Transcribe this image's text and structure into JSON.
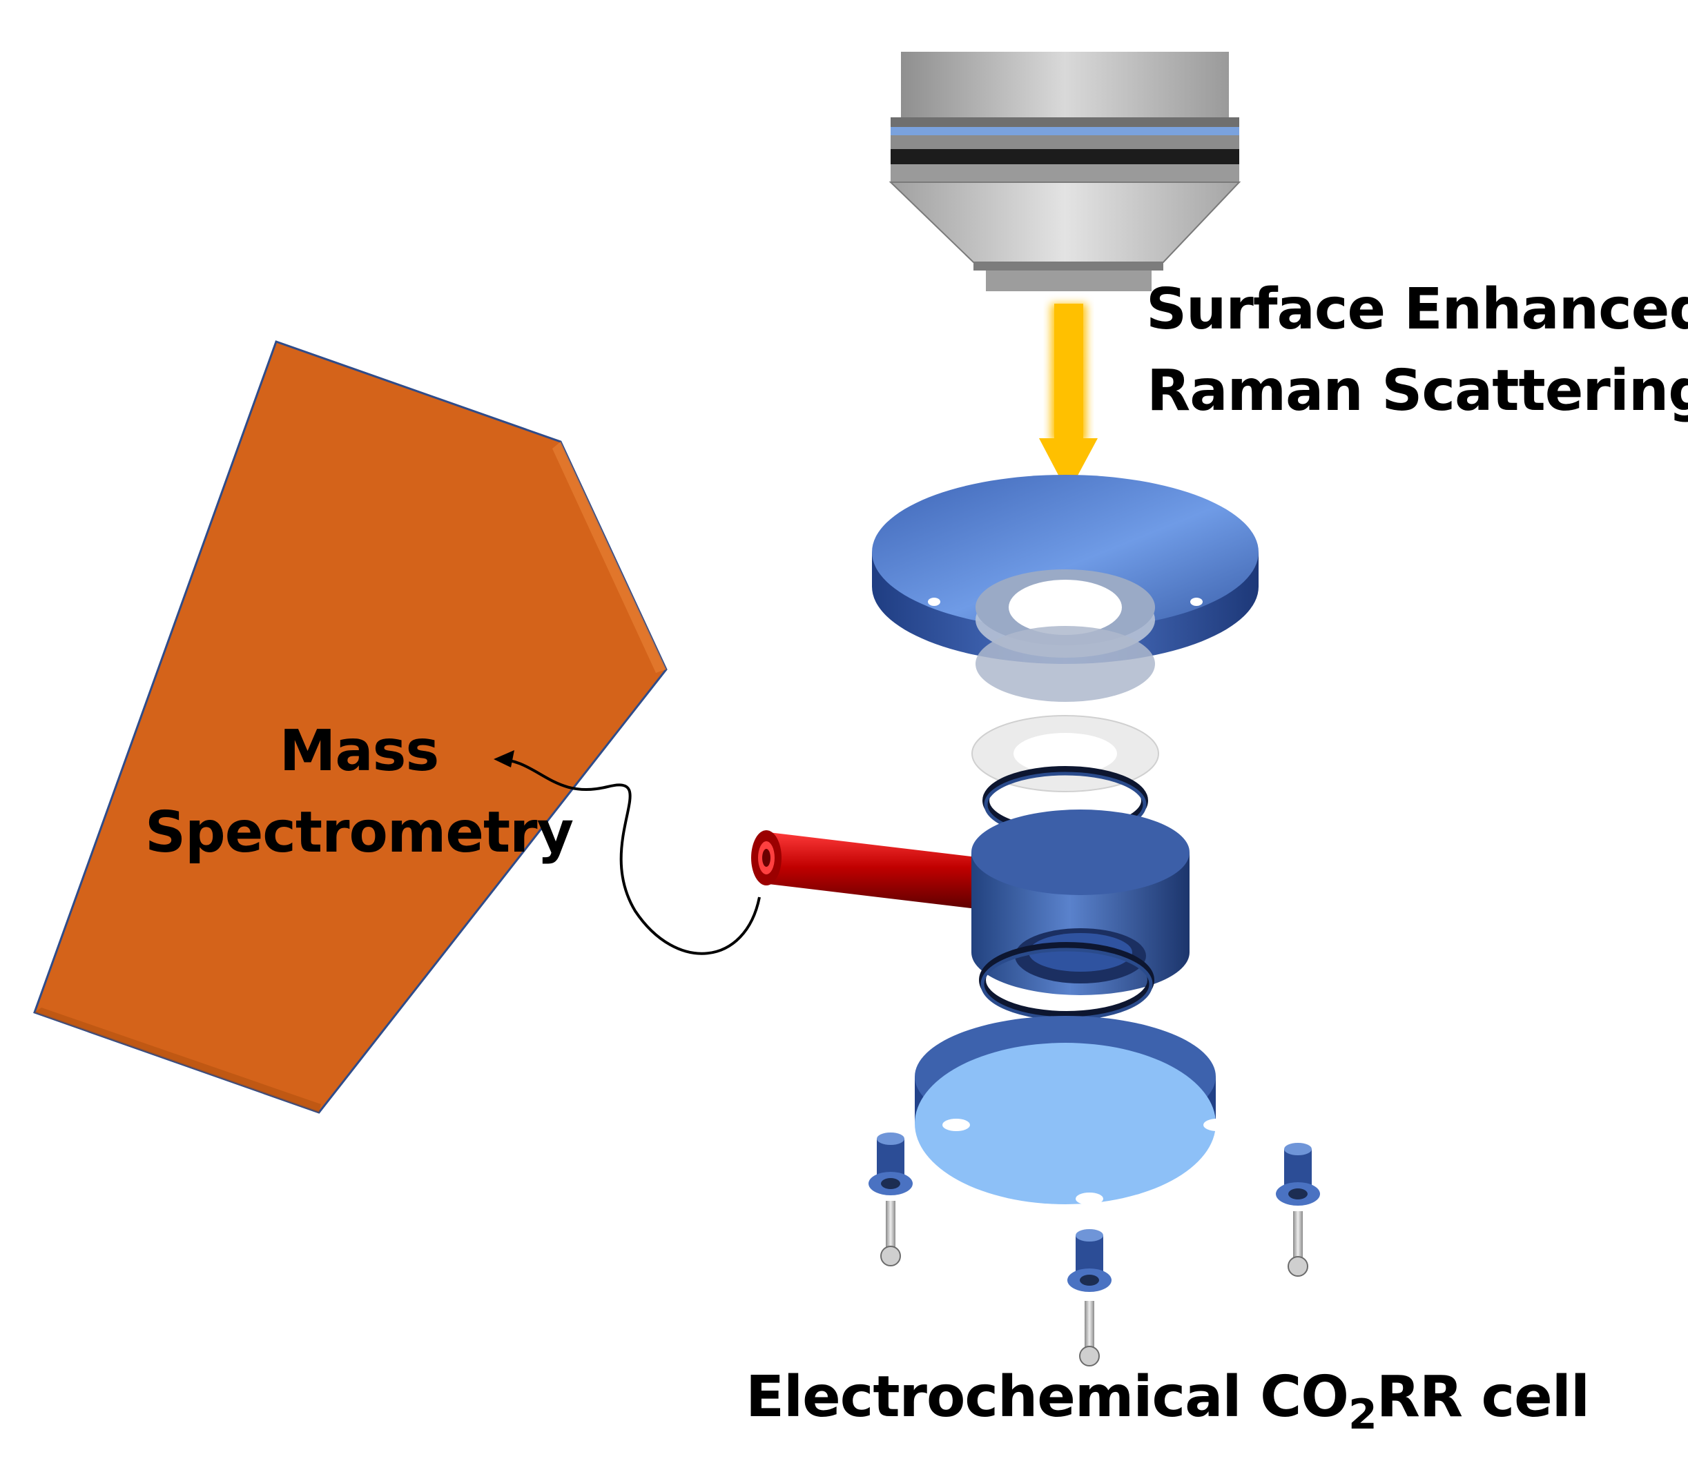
{
  "labels": {
    "sers_line1": "Surface Enhanced",
    "sers_line2": "Raman Scattering",
    "ms_line1": "Mass",
    "ms_line2": "Spectrometry",
    "cell_prefix": "Electrochemical CO",
    "cell_subscript": "2",
    "cell_suffix": "RR cell"
  },
  "colors": {
    "mass_spec_body": "#D4631A",
    "mass_spec_edge": "#2F4C8A",
    "laser_arrow": "#FFC000",
    "cell_blue": "#4A74C4",
    "cell_light_blue": "#8DC0F7",
    "outlet_tube": "#C00000",
    "objective_gray": "#BDBDBD"
  },
  "icons": {
    "objective": "microscope-objective-icon",
    "laser": "laser-arrow-icon",
    "cell": "exploded-cell-icon",
    "screw": "screw-icon",
    "tube": "outlet-tube-icon",
    "instrument": "mass-spectrometer-icon"
  }
}
